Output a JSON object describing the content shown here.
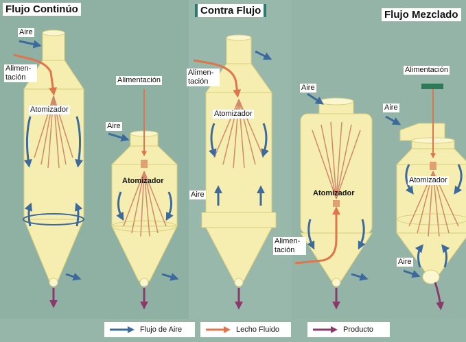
{
  "headings": {
    "left": "Flujo Continúo",
    "center": "Contra Flujo",
    "right": "Flujo Mezclado"
  },
  "labels": {
    "aire": "Aire",
    "alimentacion": "Alimentación",
    "alimentacion_split": "Alimen-tación",
    "atomizador": "Atomizador"
  },
  "legend": {
    "air_flow": "Flujo de Aire",
    "fluid_bed": "Lecho Fluido",
    "product": "Producto"
  },
  "colors": {
    "vessel_fill": "#f5eeb0",
    "vessel_stroke": "#d9cf7a",
    "air_arrow": "#3c6a9c",
    "feed_arrow": "#e0744a",
    "product_arrow": "#8a3a6a",
    "spray": "#d2876a"
  }
}
